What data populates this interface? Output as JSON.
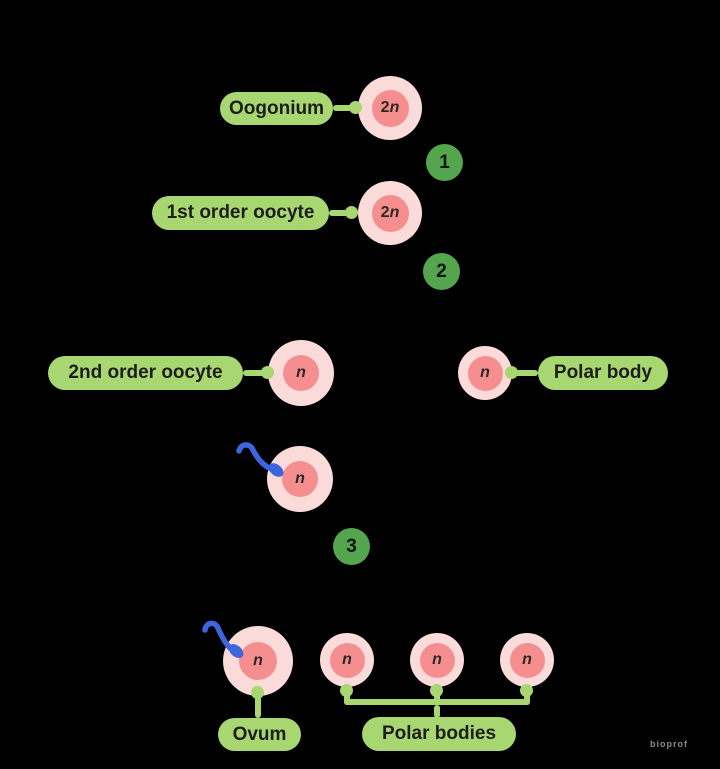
{
  "diagram": {
    "labels": {
      "oogonium": "Oogonium",
      "first_order_oocyte": "1st order oocyte",
      "second_order_oocyte": "2nd order oocyte",
      "polar_body": "Polar body",
      "ovum": "Ovum",
      "polar_bodies": "Polar bodies"
    },
    "steps": {
      "one": "1",
      "two": "2",
      "three": "3"
    },
    "cells": {
      "oogonium": {
        "prefix": "2",
        "symbol": "n"
      },
      "first_order_oocyte": {
        "prefix": "2",
        "symbol": "n"
      },
      "second_order_oocyte": {
        "prefix": "",
        "symbol": "n"
      },
      "polar_body": {
        "prefix": "",
        "symbol": "n"
      },
      "fertilizing_oocyte": {
        "prefix": "",
        "symbol": "n"
      },
      "ovum": {
        "prefix": "",
        "symbol": "n"
      },
      "polar_body_1": {
        "prefix": "",
        "symbol": "n"
      },
      "polar_body_2": {
        "prefix": "",
        "symbol": "n"
      },
      "polar_body_3": {
        "prefix": "",
        "symbol": "n"
      }
    },
    "colors": {
      "background": "#000000",
      "label_pill_green": "#a8d771",
      "step_badge_green": "#55a54f",
      "cell_outer_pink": "#fbdada",
      "cell_inner_pink": "#f58f8f",
      "cell_text": "#302723",
      "sperm_blue": "#3d65de",
      "watermark_gray": "#8b8b8b"
    },
    "watermark": "bioprof"
  }
}
